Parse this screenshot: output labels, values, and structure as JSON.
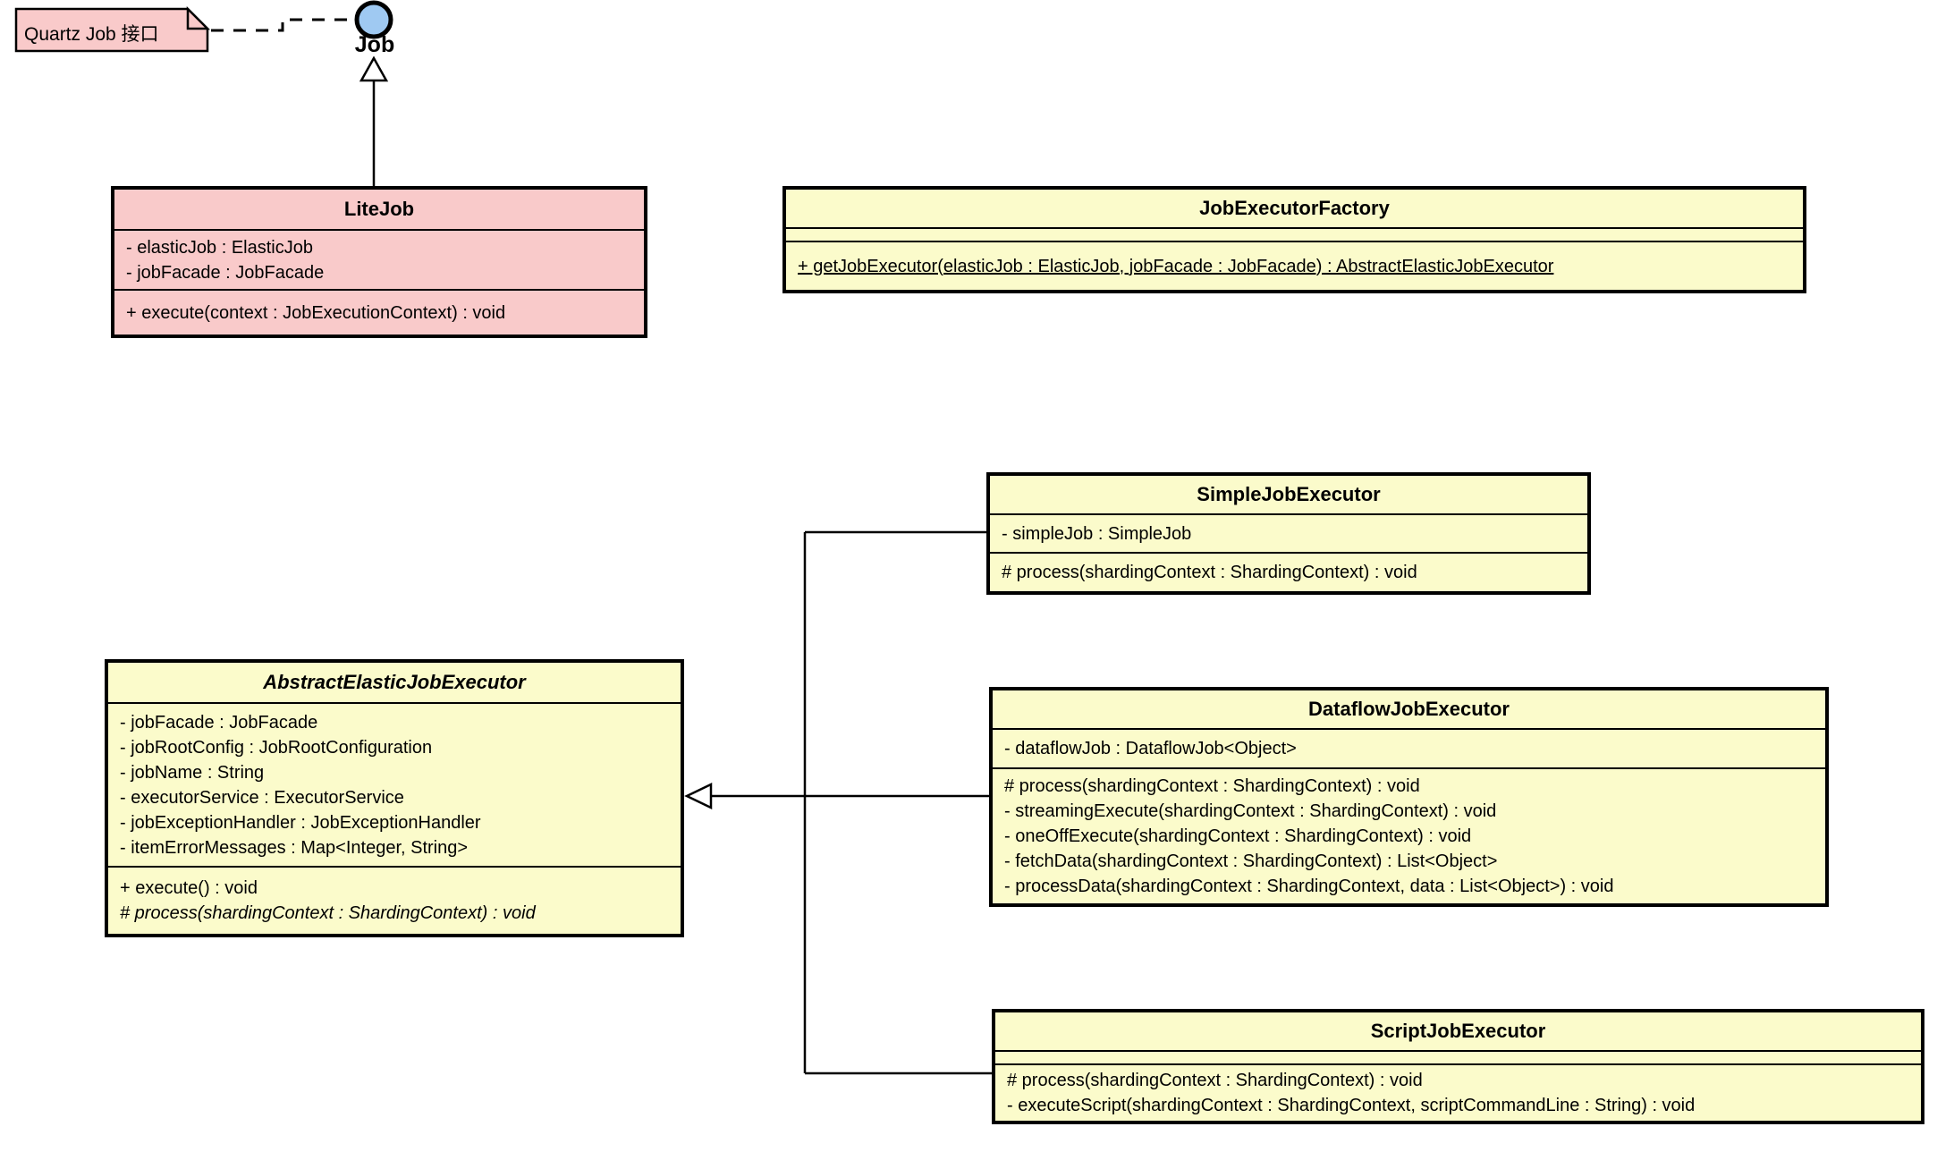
{
  "note": {
    "text": "Quartz Job 接口"
  },
  "interface": {
    "label": "Job"
  },
  "classes": {
    "liteJob": {
      "name": "LiteJob",
      "attributes": [
        "- elasticJob : ElasticJob",
        "- jobFacade : JobFacade"
      ],
      "methods": [
        "+ execute(context : JobExecutionContext) : void"
      ]
    },
    "jobExecutorFactory": {
      "name": "JobExecutorFactory",
      "attributes": [],
      "methods": [
        "+ getJobExecutor(elasticJob : ElasticJob, jobFacade : JobFacade) : AbstractElasticJobExecutor"
      ]
    },
    "simpleJobExecutor": {
      "name": "SimpleJobExecutor",
      "attributes": [
        "- simpleJob : SimpleJob"
      ],
      "methods": [
        "# process(shardingContext : ShardingContext) : void"
      ]
    },
    "abstractElasticJobExecutor": {
      "name": "AbstractElasticJobExecutor",
      "attributes": [
        "- jobFacade : JobFacade",
        "- jobRootConfig : JobRootConfiguration",
        "- jobName : String",
        "- executorService : ExecutorService",
        "- jobExceptionHandler : JobExceptionHandler",
        "- itemErrorMessages : Map<Integer, String>"
      ],
      "methods": [
        "+ execute() : void",
        "# process(shardingContext : ShardingContext) : void"
      ]
    },
    "dataflowJobExecutor": {
      "name": "DataflowJobExecutor",
      "attributes": [
        "- dataflowJob : DataflowJob<Object>"
      ],
      "methods": [
        "# process(shardingContext : ShardingContext) : void",
        "- streamingExecute(shardingContext : ShardingContext) : void",
        "- oneOffExecute(shardingContext : ShardingContext) : void",
        "- fetchData(shardingContext : ShardingContext) : List<Object>",
        "- processData(shardingContext : ShardingContext, data : List<Object>) : void"
      ]
    },
    "scriptJobExecutor": {
      "name": "ScriptJobExecutor",
      "attributes": [],
      "methods": [
        "# process(shardingContext : ShardingContext) : void",
        "- executeScript(shardingContext : ShardingContext, scriptCommandLine : String) : void"
      ]
    }
  },
  "colors": {
    "class_fill": "#fbfbcb",
    "note_fill": "#f9caca",
    "litejob_fill": "#f9caca",
    "interface_fill": "#9fc9f2",
    "line": "#000000"
  }
}
